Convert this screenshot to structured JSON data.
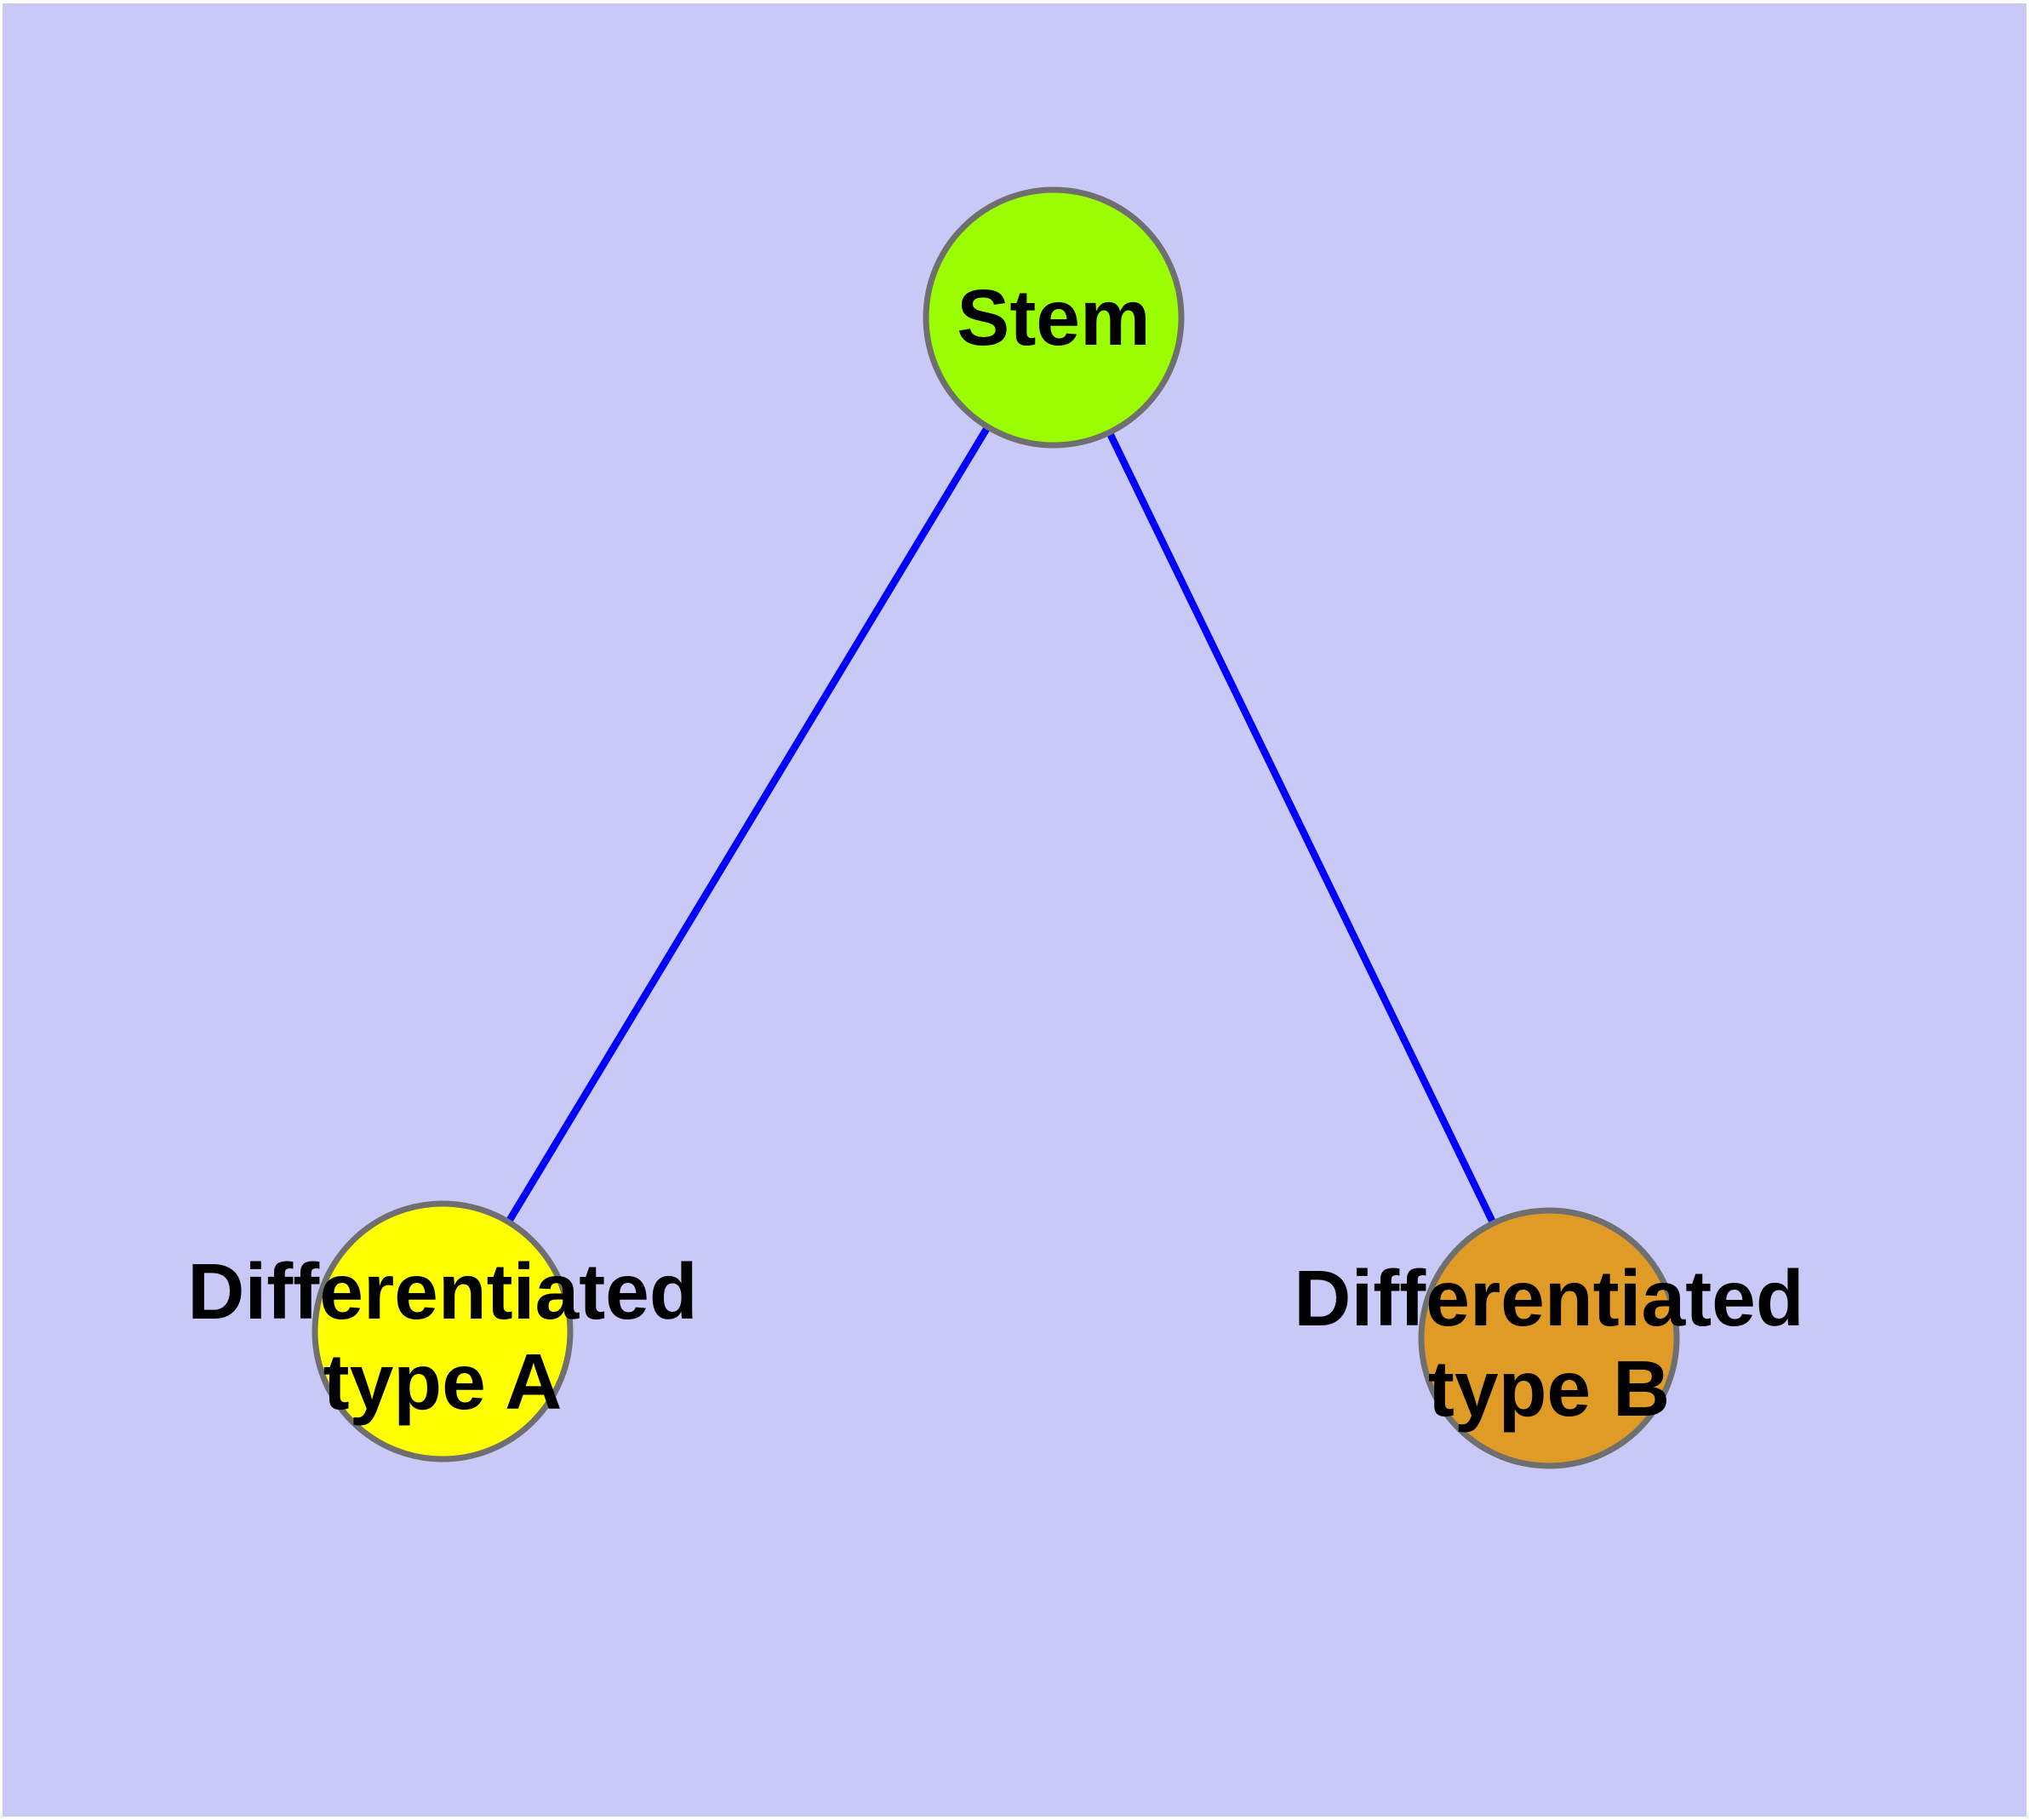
{
  "colors": {
    "page_background": "#FFFFFF",
    "plot_background": "#C9C9F8",
    "label_text": "#000000",
    "node_outline": "#6F6F6F",
    "edge_color": "#0000FF"
  },
  "graph": {
    "nodes": [
      {
        "id": "stem",
        "label_lines": [
          "Stem"
        ],
        "fill": "#9AFE00",
        "stroke": "#6F6F6F"
      },
      {
        "id": "differentiated-type-a",
        "label_lines": [
          "Differentiated",
          "type A"
        ],
        "fill": "#FFFF00",
        "stroke": "#6F6F6F"
      },
      {
        "id": "differentiated-type-b",
        "label_lines": [
          "Differentiated",
          "type B"
        ],
        "fill": "#E09B26",
        "stroke": "#6F6F6F"
      }
    ],
    "edges": [
      {
        "from": "stem",
        "to": "differentiated-type-a",
        "color": "#0000FF"
      },
      {
        "from": "stem",
        "to": "differentiated-type-b",
        "color": "#0000FF"
      }
    ]
  }
}
